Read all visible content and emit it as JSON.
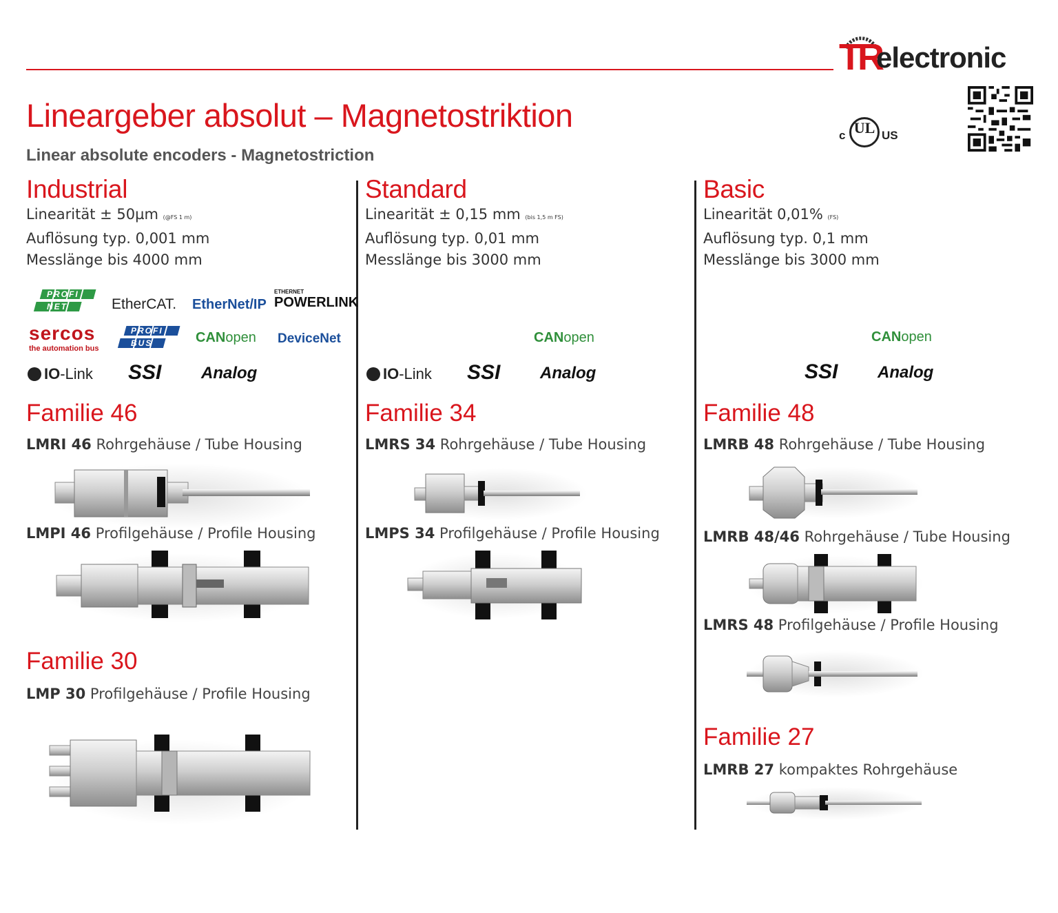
{
  "header": {
    "title": "Lineargeber absolut – Magnetostriktion",
    "subtitle": "Linear absolute encoders - Magnetostriction",
    "logo_mark": "TR",
    "logo_text": "electronic",
    "cert_c": "c",
    "cert_ul": "UL",
    "cert_us": "US"
  },
  "colors": {
    "accent": "#d9161d",
    "canopen_green": "#2f8f3a",
    "ethernet_blue": "#1b4f9b"
  },
  "columns": [
    {
      "heading": "Industrial",
      "spec1": "Linearität ± 50µm",
      "spec1_note": "(@FS 1 m)",
      "spec2": "Auflösung typ. 0,001 mm",
      "spec3": "Messlänge bis 4000 mm",
      "protocols": {
        "profinet_top": "PROFI",
        "profinet_bottom": "NET",
        "ethercat": "EtherCAT.",
        "ethernetip": "EtherNet/IP",
        "powerlink_small": "ETHERNET",
        "powerlink": "POWERLINK",
        "sercos": "sercos",
        "sercos_sub": "the automation bus",
        "profibus_top": "PROFI",
        "profibus_bottom": "BUS",
        "can": "CAN",
        "open": "open",
        "devicenet": "DeviceNet",
        "io": "IO",
        "link": "-Link",
        "ssi": "SSI",
        "analog": "Analog"
      },
      "families": [
        {
          "heading": "Familie 46",
          "products": [
            {
              "code": "LMRI 46",
              "desc": "Rohrgehäuse / Tube Housing"
            },
            {
              "code": "LMPI 46",
              "desc": "Profilgehäuse / Profile Housing"
            }
          ]
        },
        {
          "heading": "Familie 30",
          "products": [
            {
              "code": "LMP 30",
              "desc": "Profilgehäuse / Profile Housing"
            }
          ]
        }
      ]
    },
    {
      "heading": "Standard",
      "spec1": "Linearität ± 0,15 mm",
      "spec1_note": "(bis 1,5 m FS)",
      "spec2": "Auflösung typ. 0,01 mm",
      "spec3": "Messlänge bis 3000 mm",
      "protocols": {
        "can": "CAN",
        "open": "open",
        "io": "IO",
        "link": "-Link",
        "ssi": "SSI",
        "analog": "Analog"
      },
      "families": [
        {
          "heading": "Familie 34",
          "products": [
            {
              "code": "LMRS 34",
              "desc": "Rohrgehäuse / Tube Housing"
            },
            {
              "code": "LMPS 34",
              "desc": "Profilgehäuse / Profile Housing"
            }
          ]
        }
      ]
    },
    {
      "heading": "Basic",
      "spec1": "Linearität 0,01%",
      "spec1_note": "(FS)",
      "spec2": "Auflösung typ. 0,1 mm",
      "spec3": "Messlänge bis 3000 mm",
      "protocols": {
        "can": "CAN",
        "open": "open",
        "ssi": "SSI",
        "analog": "Analog"
      },
      "families": [
        {
          "heading": "Familie 48",
          "products": [
            {
              "code": "LMRB 48",
              "desc": "Rohrgehäuse / Tube Housing"
            },
            {
              "code": "LMRB 48/46",
              "desc": "Rohrgehäuse / Tube Housing"
            },
            {
              "code": "LMRS 48",
              "desc": "Profilgehäuse / Profile Housing"
            }
          ]
        },
        {
          "heading": "Familie 27",
          "products": [
            {
              "code": "LMRB 27",
              "desc": "kompaktes Rohrgehäuse"
            }
          ]
        }
      ]
    }
  ]
}
